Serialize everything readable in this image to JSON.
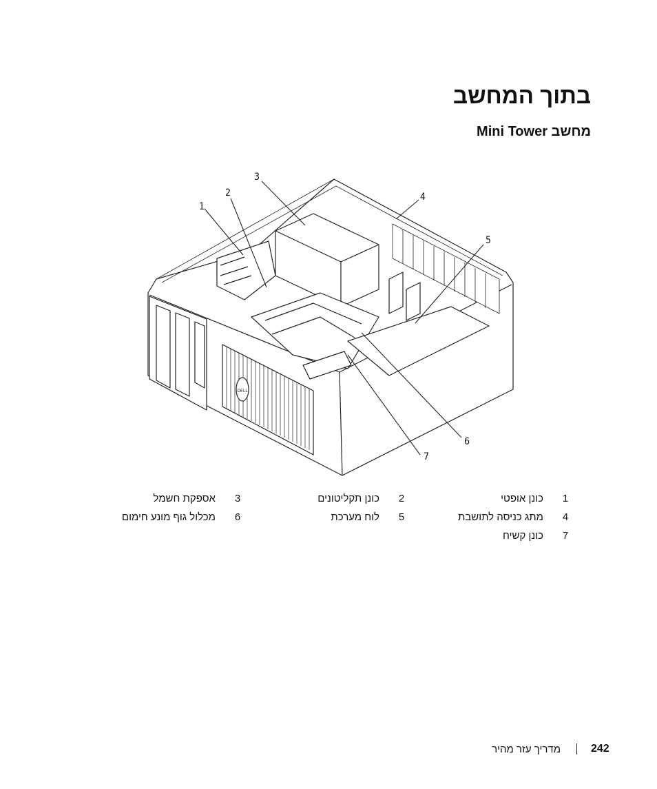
{
  "page": {
    "title": "בתוך המחשב",
    "subtitle": "מחשב Mini Tower"
  },
  "figure": {
    "callouts": [
      "1",
      "2",
      "3",
      "4",
      "5",
      "6",
      "7"
    ],
    "logo_text": "DELL"
  },
  "legend": [
    {
      "num": "1",
      "label": "כונן אופטי"
    },
    {
      "num": "2",
      "label": "כונן תקליטונים"
    },
    {
      "num": "3",
      "label": "אספקת חשמל"
    },
    {
      "num": "4",
      "label": "מתג כניסה לתושבת"
    },
    {
      "num": "5",
      "label": "לוח מערכת"
    },
    {
      "num": "6",
      "label": "מכלול גוף מונע חימום"
    },
    {
      "num": "7",
      "label": "כונן קשיח"
    }
  ],
  "footer": {
    "doc_title": "מדריך עזר מהיר",
    "page_number": "242"
  }
}
